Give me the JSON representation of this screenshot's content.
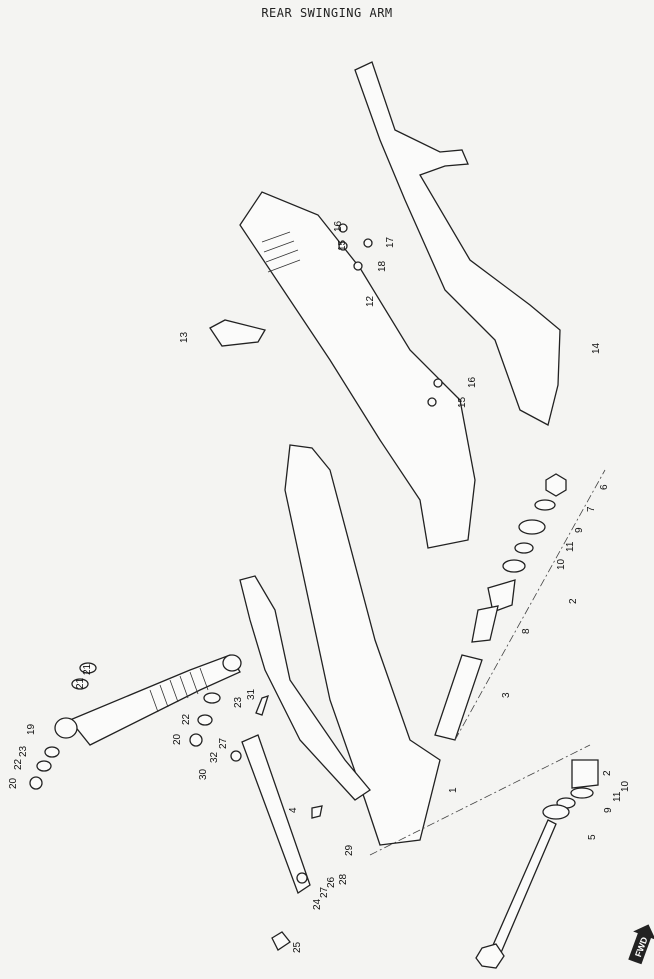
{
  "title": "REAR SWINGING ARM",
  "fwd_label": "FWD",
  "callouts": {
    "c1": "1",
    "c2a": "2",
    "c2b": "2",
    "c3": "3",
    "c4": "4",
    "c5": "5",
    "c6": "6",
    "c7": "7",
    "c8": "8",
    "c9a": "9",
    "c9b": "9",
    "c10a": "10",
    "c10b": "10",
    "c11a": "11",
    "c11b": "11",
    "c12": "12",
    "c13": "13",
    "c14": "14",
    "c15a": "15",
    "c15b": "15",
    "c16a": "16",
    "c16b": "16",
    "c17": "17",
    "c18": "18",
    "c19": "19",
    "c20a": "20",
    "c20b": "20",
    "c21a": "21",
    "c21b": "21",
    "c22a": "22",
    "c22b": "22",
    "c23a": "23",
    "c23b": "23",
    "c24": "24",
    "c25": "25",
    "c26": "26",
    "c27a": "27",
    "c27b": "27",
    "c28": "28",
    "c29": "29",
    "c30": "30",
    "c31": "31",
    "c32": "32"
  }
}
